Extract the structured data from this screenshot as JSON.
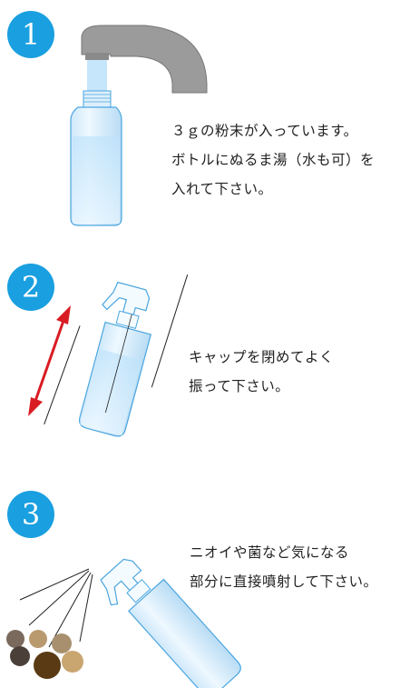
{
  "steps": [
    {
      "number": "1",
      "lines": [
        "３ｇの粉末が入っています。",
        "ボトルにぬるま湯（水も可）を",
        "入れて下さい。"
      ]
    },
    {
      "number": "2",
      "lines": [
        "キャップを閉めてよく",
        "振って下さい。"
      ]
    },
    {
      "number": "3",
      "lines": [
        "ニオイや菌など気になる",
        "部分に直接噴射して下さい。"
      ]
    }
  ],
  "colors": {
    "badge": "#1a9fe0",
    "bottle_fill": "#d9eefb",
    "bottle_stroke": "#4aa6e0",
    "faucet": "#9b9b9b",
    "arrow": "#d91c24",
    "stains": [
      "#7a6a5e",
      "#b99a6f",
      "#5a3a14",
      "#a8906f",
      "#c9a570",
      "#4b4039"
    ]
  },
  "icons": [
    "faucet-icon",
    "bottle-icon",
    "spray-bottle-icon",
    "shake-arrow-icon",
    "stain-spots-icon"
  ]
}
